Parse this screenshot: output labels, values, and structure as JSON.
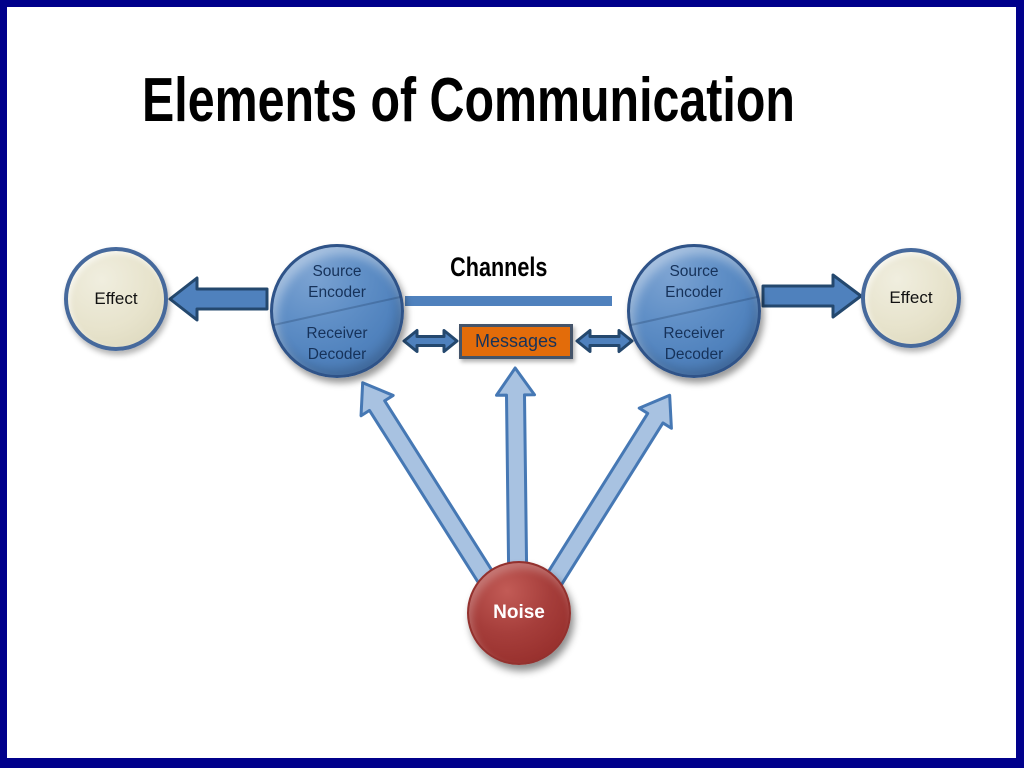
{
  "slide": {
    "title": "Elements of Communication"
  },
  "diagram": {
    "channels_label": "Channels",
    "messages_label": "Messages",
    "noise_label": "Noise",
    "effect_left_label": "Effect",
    "effect_right_label": "Effect",
    "encoder_left": {
      "top": "Source\nEncoder",
      "bottom": "Receiver\nDecoder"
    },
    "encoder_right": {
      "top": "Source\nEncoder",
      "bottom": "Receiver\nDecoder"
    }
  },
  "colors": {
    "frame_navy": "#00008B",
    "accent_blue": "#4F81BD",
    "arrow_outline": "#24486E",
    "light_arrow_fill": "#A8C2E1",
    "light_arrow_outline": "#4678B4",
    "orange": "#E36C0A",
    "messages_border": "#44546A",
    "noise_red": "#A63E3B",
    "effect_fill": "#E7E3CC",
    "effect_border": "#46699C",
    "encoder_border": "#2F5388",
    "text_dark_navy": "#16325A"
  }
}
